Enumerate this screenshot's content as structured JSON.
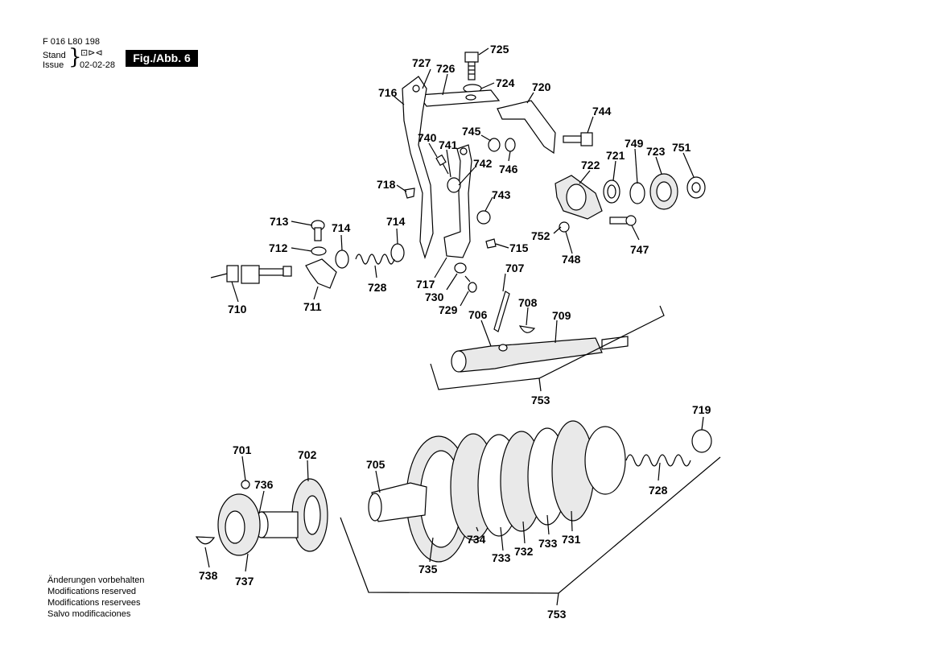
{
  "header": {
    "doc_number": "F 016 L80 198",
    "stand_label": "Stand",
    "issue_label": "Issue",
    "brace": "}",
    "stand_symbol": "⊡⊳⊲",
    "issue_date": "02-02-28",
    "figure_label": "Fig./Abb. 6"
  },
  "notes": [
    "Änderungen vorbehalten",
    "Modifications reserved",
    "Modifications reservees",
    "Salvo modificaciones"
  ],
  "callouts": [
    {
      "id": "c725",
      "text": "725"
    },
    {
      "id": "c727",
      "text": "727"
    },
    {
      "id": "c726",
      "text": "726"
    },
    {
      "id": "c724",
      "text": "724"
    },
    {
      "id": "c720",
      "text": "720"
    },
    {
      "id": "c716",
      "text": "716"
    },
    {
      "id": "c744",
      "text": "744"
    },
    {
      "id": "c745",
      "text": "745"
    },
    {
      "id": "c740",
      "text": "740"
    },
    {
      "id": "c741",
      "text": "741"
    },
    {
      "id": "c742",
      "text": "742"
    },
    {
      "id": "c746",
      "text": "746"
    },
    {
      "id": "c749",
      "text": "749"
    },
    {
      "id": "c751",
      "text": "751"
    },
    {
      "id": "c721",
      "text": "721"
    },
    {
      "id": "c723",
      "text": "723"
    },
    {
      "id": "c722",
      "text": "722"
    },
    {
      "id": "c718",
      "text": "718"
    },
    {
      "id": "c743",
      "text": "743"
    },
    {
      "id": "c713",
      "text": "713"
    },
    {
      "id": "c714a",
      "text": "714"
    },
    {
      "id": "c714b",
      "text": "714"
    },
    {
      "id": "c712",
      "text": "712"
    },
    {
      "id": "c752",
      "text": "752"
    },
    {
      "id": "c715",
      "text": "715"
    },
    {
      "id": "c748",
      "text": "748"
    },
    {
      "id": "c747",
      "text": "747"
    },
    {
      "id": "c707",
      "text": "707"
    },
    {
      "id": "c717",
      "text": "717"
    },
    {
      "id": "c728a",
      "text": "728"
    },
    {
      "id": "c730",
      "text": "730"
    },
    {
      "id": "c710",
      "text": "710"
    },
    {
      "id": "c711",
      "text": "711"
    },
    {
      "id": "c729",
      "text": "729"
    },
    {
      "id": "c708",
      "text": "708"
    },
    {
      "id": "c706",
      "text": "706"
    },
    {
      "id": "c709",
      "text": "709"
    },
    {
      "id": "c753a",
      "text": "753"
    },
    {
      "id": "c719",
      "text": "719"
    },
    {
      "id": "c701",
      "text": "701"
    },
    {
      "id": "c702",
      "text": "702"
    },
    {
      "id": "c705",
      "text": "705"
    },
    {
      "id": "c736",
      "text": "736"
    },
    {
      "id": "c728b",
      "text": "728"
    },
    {
      "id": "c731",
      "text": "731"
    },
    {
      "id": "c732",
      "text": "732"
    },
    {
      "id": "c733",
      "text": "733"
    },
    {
      "id": "c734",
      "text": "734"
    },
    {
      "id": "c733b",
      "text": "733"
    },
    {
      "id": "c735",
      "text": "735"
    },
    {
      "id": "c738",
      "text": "738"
    },
    {
      "id": "c737",
      "text": "737"
    },
    {
      "id": "c753b",
      "text": "753"
    }
  ]
}
